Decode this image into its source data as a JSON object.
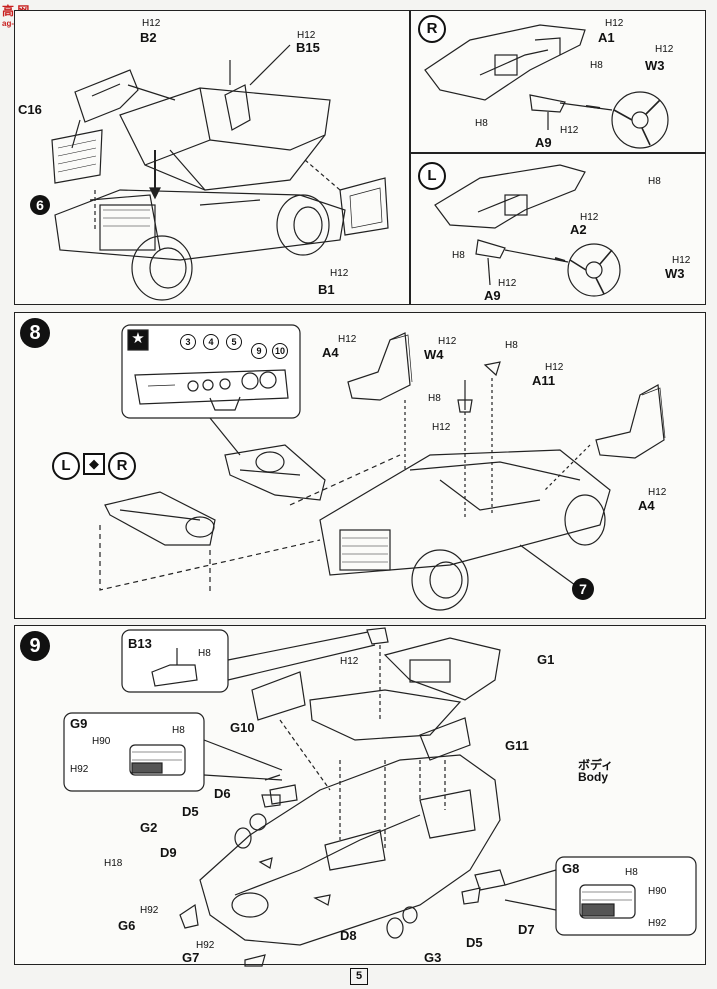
{
  "watermark": {
    "line1": "高",
    "line2": "网",
    "domain": "ag-shop.cn"
  },
  "page_number": "5",
  "step6": {
    "labels": {
      "b2": "B2",
      "b15": "B15",
      "c16": "C16",
      "b1": "B1",
      "step_ref": "6"
    },
    "h12_a": "H12",
    "h12_b": "H12",
    "h12_c": "H12"
  },
  "panel_r": {
    "side": "R",
    "labels": {
      "a1": "A1",
      "w3": "W3",
      "a9": "A9"
    },
    "h12_a": "H12",
    "h8_a": "H8",
    "h8_b": "H8",
    "h12_w": "H12",
    "h12_a9": "H12"
  },
  "panel_l": {
    "side": "L",
    "labels": {
      "a2": "A2",
      "a9": "A9",
      "w3": "W3"
    },
    "h8_a": "H8",
    "h12_a": "H12",
    "h8_b": "H8",
    "h12_a9": "H12",
    "h12_w": "H12"
  },
  "step8": {
    "number": "8",
    "star": "★",
    "gauges": [
      "3",
      "4",
      "5",
      "9",
      "10"
    ],
    "left_side": "L",
    "right_side": "R",
    "labels": {
      "a4_left": "A4",
      "w4": "W4",
      "a11": "A11",
      "a4_right": "A4",
      "step_ref": "7"
    },
    "h12_a4": "H12",
    "h12_w4": "H12",
    "h8_w4": "H8",
    "h12_w4b": "H12",
    "h8_a11": "H8",
    "h12_a11": "H12",
    "h12_a4r": "H12"
  },
  "step9": {
    "number": "9",
    "callout_b13": {
      "label": "B13",
      "paint": "H8"
    },
    "callout_g9": {
      "label": "G9",
      "h8": "H8",
      "h90": "H90",
      "h92": "H92"
    },
    "callout_g8": {
      "label": "G8",
      "h8": "H8",
      "h90": "H90",
      "h92": "H92"
    },
    "labels": {
      "g1": "G1",
      "g10": "G10",
      "g11": "G11",
      "body_jp": "ボディ",
      "body_en": "Body",
      "d6": "D6",
      "d5_top": "D5",
      "g2": "G2",
      "d9": "D9",
      "g6": "G6",
      "g7": "G7",
      "d8": "D8",
      "g3": "G3",
      "d5_bottom": "D5",
      "d7": "D7"
    },
    "h12_b13": "H12",
    "h18": "H18",
    "h92_g6": "H92",
    "h92_g7": "H92"
  }
}
